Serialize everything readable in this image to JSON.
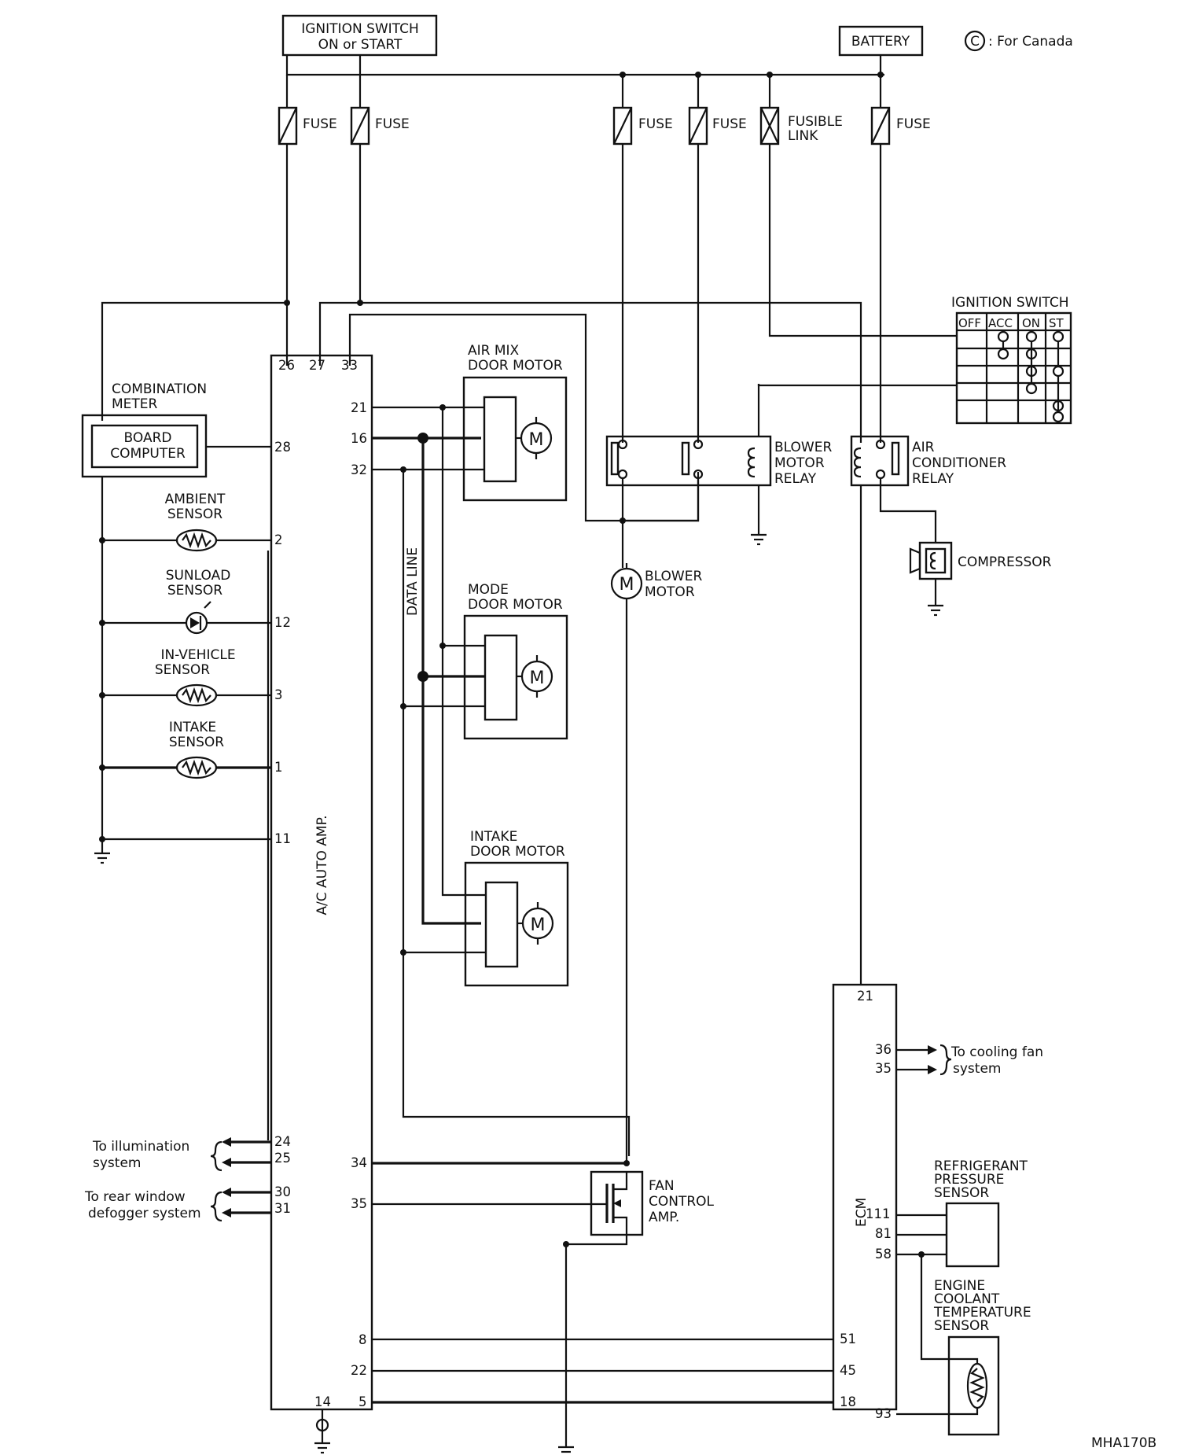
{
  "labels": {
    "ign_switch_top": [
      "IGNITION SWITCH",
      "ON or START"
    ],
    "battery": "BATTERY",
    "canada_mark": "C",
    "canada_note": ": For Canada",
    "fuse": "FUSE",
    "fusible_link": [
      "FUSIBLE",
      "LINK"
    ],
    "ign_switch_table_title": "IGNITION SWITCH",
    "ign_switch_cols": [
      "OFF",
      "ACC",
      "ON",
      "ST"
    ],
    "combination_meter": [
      "COMBINATION",
      "METER"
    ],
    "board_computer": [
      "BOARD",
      "COMPUTER"
    ],
    "ambient_sensor": [
      "AMBIENT",
      "SENSOR"
    ],
    "sunload_sensor": [
      "SUNLOAD",
      "SENSOR"
    ],
    "in_vehicle_sensor": [
      "IN-VEHICLE",
      "SENSOR"
    ],
    "intake_sensor": [
      "INTAKE",
      "SENSOR"
    ],
    "ac_auto_amp": "A/C AUTO AMP.",
    "air_mix_motor": [
      "AIR MIX",
      "DOOR MOTOR"
    ],
    "mode_motor": [
      "MODE",
      "DOOR MOTOR"
    ],
    "intake_motor": [
      "INTAKE",
      "DOOR MOTOR"
    ],
    "data_line": "DATA LINE",
    "blower_relay": [
      "BLOWER",
      "MOTOR",
      "RELAY"
    ],
    "ac_relay": [
      "AIR",
      "CONDITIONER",
      "RELAY"
    ],
    "compressor": "COMPRESSOR",
    "blower_motor": [
      "BLOWER",
      "MOTOR"
    ],
    "motor_symbol": "M",
    "fan_control_amp": [
      "FAN",
      "CONTROL",
      "AMP."
    ],
    "illumination": [
      "To illumination",
      "system"
    ],
    "defogger": [
      "To rear window",
      "defogger system"
    ],
    "cooling_fan": [
      "To cooling fan",
      "system"
    ],
    "ecm": "ECM",
    "refrigerant_sensor": [
      "REFRIGERANT",
      "PRESSURE",
      "SENSOR"
    ],
    "coolant_sensor": [
      "ENGINE",
      "COOLANT",
      "TEMPERATURE",
      "SENSOR"
    ],
    "figure_id": "MHA170B"
  },
  "amp_pins": {
    "top": [
      "26",
      "27",
      "33"
    ],
    "left": [
      "28",
      "2",
      "12",
      "3",
      "1",
      "11",
      "24",
      "25",
      "30",
      "31"
    ],
    "right": [
      "21",
      "16",
      "32",
      "34",
      "35",
      "8",
      "22",
      "5"
    ],
    "bottom": "14"
  },
  "ecm_pins": {
    "top": "21",
    "right": [
      "36",
      "35",
      "111",
      "81",
      "58",
      "93"
    ],
    "left": [
      "51",
      "45",
      "18"
    ]
  }
}
